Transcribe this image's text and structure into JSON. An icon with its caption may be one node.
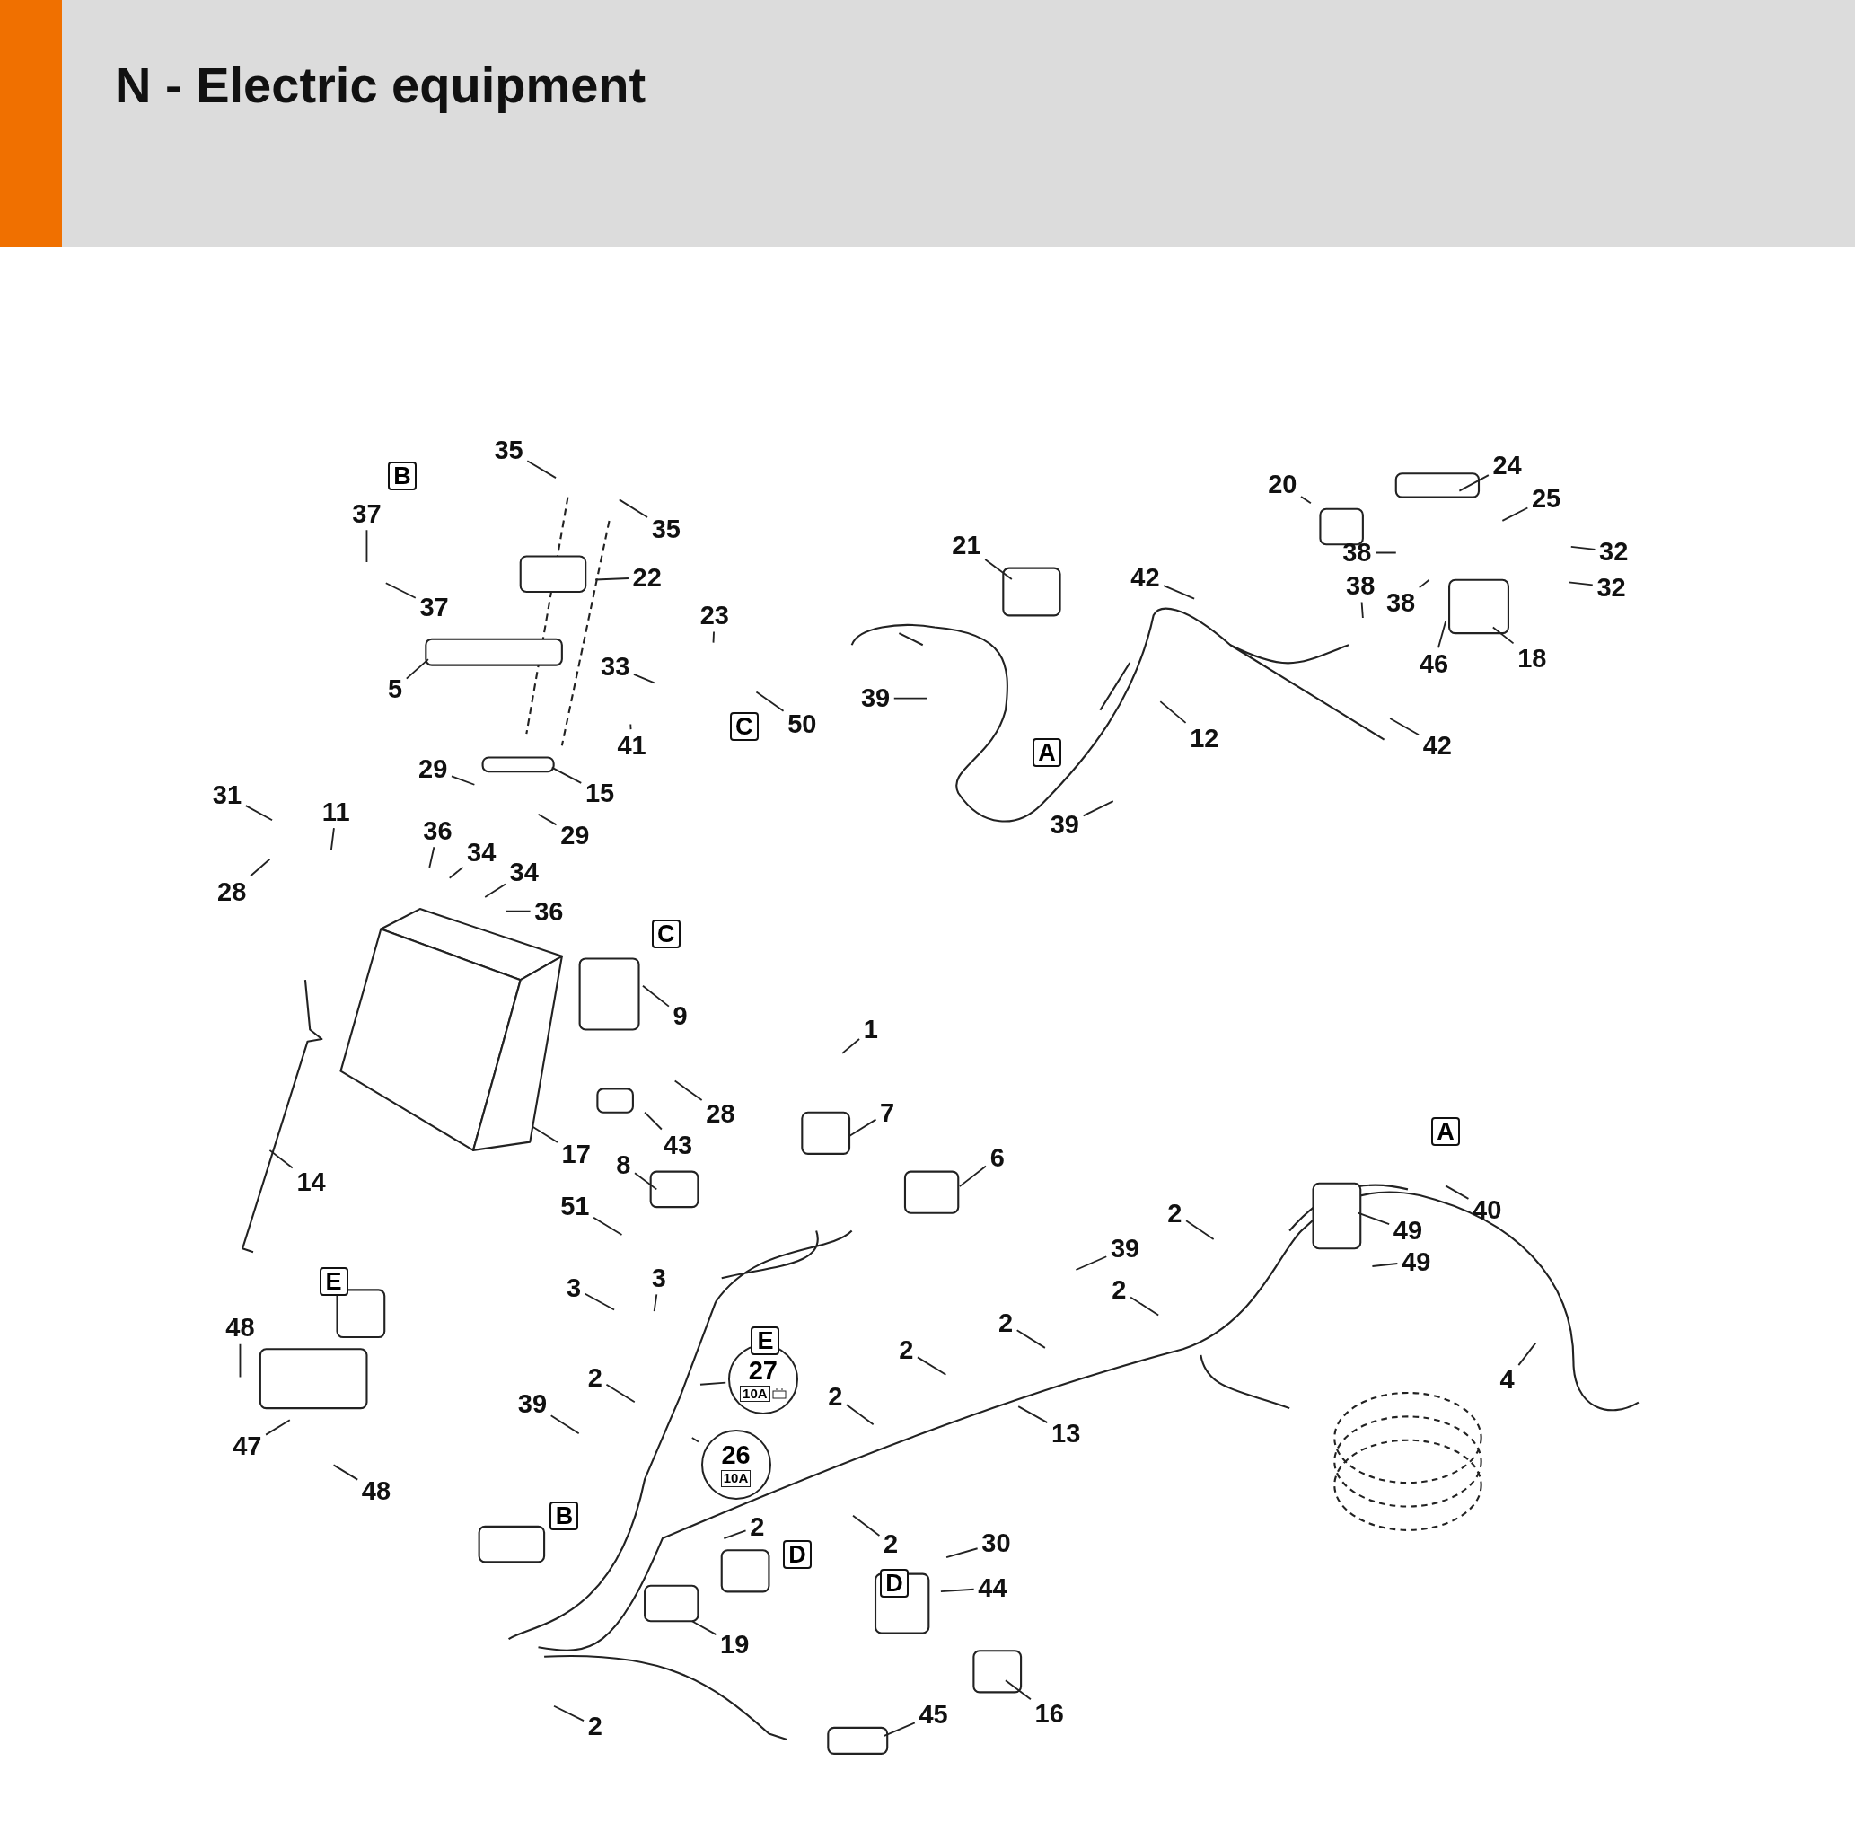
{
  "diagram": {
    "title": "N - Electric equipment",
    "nodes": [
      {
        "text": [
          "35"
        ]
      },
      {
        "text": [
          "35"
        ]
      },
      {
        "text": [
          "37"
        ]
      },
      {
        "text": [
          "37"
        ]
      },
      {
        "text": [
          "22"
        ]
      },
      {
        "text": [
          "5"
        ]
      },
      {
        "text": [
          "23"
        ]
      },
      {
        "text": [
          "33"
        ]
      },
      {
        "text": [
          "50"
        ]
      },
      {
        "text": [
          "41"
        ]
      },
      {
        "text": [
          "15"
        ]
      },
      {
        "text": [
          "29"
        ]
      },
      {
        "text": [
          "29"
        ]
      },
      {
        "text": [
          "31"
        ]
      },
      {
        "text": [
          "11"
        ]
      },
      {
        "text": [
          "28"
        ]
      },
      {
        "text": [
          "36"
        ]
      },
      {
        "text": [
          "34"
        ]
      },
      {
        "text": [
          "34"
        ]
      },
      {
        "text": [
          "36"
        ]
      },
      {
        "text": [
          "9"
        ]
      },
      {
        "text": [
          "17"
        ]
      },
      {
        "text": [
          "28"
        ]
      },
      {
        "text": [
          "43"
        ]
      },
      {
        "text": [
          "14"
        ]
      },
      {
        "text": [
          "20"
        ]
      },
      {
        "text": [
          "24"
        ]
      },
      {
        "text": [
          "25"
        ]
      },
      {
        "text": [
          "21"
        ]
      },
      {
        "text": [
          "42"
        ]
      },
      {
        "text": [
          "38"
        ]
      },
      {
        "text": [
          "38"
        ]
      },
      {
        "text": [
          "38"
        ]
      },
      {
        "text": [
          "32"
        ]
      },
      {
        "text": [
          "32"
        ]
      },
      {
        "text": [
          "46"
        ]
      },
      {
        "text": [
          "18"
        ]
      },
      {
        "text": [
          "39"
        ]
      },
      {
        "text": [
          "12"
        ]
      },
      {
        "text": [
          "42"
        ]
      },
      {
        "text": [
          "39"
        ]
      },
      {
        "text": [
          "1"
        ]
      },
      {
        "text": [
          "7"
        ]
      },
      {
        "text": [
          "6"
        ]
      },
      {
        "text": [
          "8"
        ]
      },
      {
        "text": [
          "51"
        ]
      },
      {
        "text": [
          "40"
        ]
      },
      {
        "text": [
          "2"
        ]
      },
      {
        "text": [
          "49"
        ]
      },
      {
        "text": [
          "49"
        ]
      },
      {
        "text": [
          "39"
        ]
      },
      {
        "text": [
          "3"
        ]
      },
      {
        "text": [
          "3"
        ]
      },
      {
        "text": [
          "2"
        ]
      },
      {
        "text": [
          "2"
        ]
      },
      {
        "text": [
          "48"
        ]
      },
      {
        "text": [
          "2"
        ]
      },
      {
        "text": [
          "4"
        ]
      },
      {
        "text": [
          "2"
        ]
      },
      {
        "text": [
          "27",
          "10A"
        ]
      },
      {
        "text": [
          "2"
        ]
      },
      {
        "text": [
          "39"
        ]
      },
      {
        "text": [
          "13"
        ]
      },
      {
        "text": [
          "47"
        ]
      },
      {
        "text": [
          "26",
          "10A"
        ]
      },
      {
        "text": [
          "48"
        ]
      },
      {
        "text": [
          "2"
        ]
      },
      {
        "text": [
          "30"
        ]
      },
      {
        "text": [
          "2"
        ]
      },
      {
        "text": [
          "44"
        ]
      },
      {
        "text": [
          "19"
        ]
      },
      {
        "text": [
          "16"
        ]
      },
      {
        "text": [
          "45"
        ]
      },
      {
        "text": [
          "2"
        ]
      }
    ],
    "edges": [
      {
        "from": 0,
        "to": null,
        "arrow": "none"
      },
      {
        "from": 1,
        "to": null,
        "arrow": "none"
      },
      {
        "from": 2,
        "to": null,
        "arrow": "none"
      },
      {
        "from": 3,
        "to": null,
        "arrow": "none"
      },
      {
        "from": 4,
        "to": null,
        "arrow": "none"
      },
      {
        "from": 5,
        "to": null,
        "arrow": "none"
      },
      {
        "from": 6,
        "to": null,
        "arrow": "none"
      },
      {
        "from": 7,
        "to": null,
        "arrow": "none"
      },
      {
        "from": 8,
        "to": null,
        "arrow": "none"
      },
      {
        "from": 9,
        "to": null,
        "arrow": "none"
      },
      {
        "from": 10,
        "to": null,
        "arrow": "none"
      },
      {
        "from": 11,
        "to": null,
        "arrow": "none"
      },
      {
        "from": 12,
        "to": null,
        "arrow": "none"
      },
      {
        "from": 13,
        "to": null,
        "arrow": "none"
      },
      {
        "from": 14,
        "to": null,
        "arrow": "none"
      },
      {
        "from": 15,
        "to": null,
        "arrow": "none"
      },
      {
        "from": 16,
        "to": null,
        "arrow": "none"
      },
      {
        "from": 17,
        "to": null,
        "arrow": "none"
      },
      {
        "from": 18,
        "to": null,
        "arrow": "none"
      },
      {
        "from": 19,
        "to": null,
        "arrow": "none"
      },
      {
        "from": 20,
        "to": null,
        "arrow": "none"
      },
      {
        "from": 21,
        "to": null,
        "arrow": "none"
      },
      {
        "from": 22,
        "to": null,
        "arrow": "none"
      },
      {
        "from": 23,
        "to": null,
        "arrow": "none"
      },
      {
        "from": 24,
        "to": null,
        "arrow": "none"
      },
      {
        "from": 25,
        "to": null,
        "arrow": "none"
      },
      {
        "from": 26,
        "to": null,
        "arrow": "none"
      },
      {
        "from": 27,
        "to": null,
        "arrow": "none"
      },
      {
        "from": 28,
        "to": null,
        "arrow": "none"
      },
      {
        "from": 29,
        "to": null,
        "arrow": "none"
      },
      {
        "from": 30,
        "to": null,
        "arrow": "none"
      },
      {
        "from": 31,
        "to": null,
        "arrow": "none"
      },
      {
        "from": 32,
        "to": null,
        "arrow": "none"
      },
      {
        "from": 33,
        "to": null,
        "arrow": "none"
      },
      {
        "from": 34,
        "to": null,
        "arrow": "none"
      },
      {
        "from": 35,
        "to": null,
        "arrow": "none"
      },
      {
        "from": 36,
        "to": null,
        "arrow": "none"
      },
      {
        "from": 37,
        "to": null,
        "arrow": "none"
      },
      {
        "from": 38,
        "to": null,
        "arrow": "none"
      },
      {
        "from": 39,
        "to": null,
        "arrow": "none"
      },
      {
        "from": 40,
        "to": null,
        "arrow": "none"
      },
      {
        "from": 41,
        "to": null,
        "arrow": "none"
      },
      {
        "from": 42,
        "to": null,
        "arrow": "none"
      },
      {
        "from": 43,
        "to": null,
        "arrow": "none"
      },
      {
        "from": 44,
        "to": null,
        "arrow": "none"
      },
      {
        "from": 45,
        "to": null,
        "arrow": "none"
      },
      {
        "from": 46,
        "to": null,
        "arrow": "none"
      },
      {
        "from": 47,
        "to": null,
        "arrow": "none"
      },
      {
        "from": 48,
        "to": null,
        "arrow": "none"
      },
      {
        "from": 49,
        "to": null,
        "arrow": "none"
      },
      {
        "from": 50,
        "to": null,
        "arrow": "none"
      },
      {
        "from": 51,
        "to": null,
        "arrow": "none"
      },
      {
        "from": 52,
        "to": null,
        "arrow": "none"
      },
      {
        "from": 53,
        "to": null,
        "arrow": "none"
      },
      {
        "from": 54,
        "to": null,
        "arrow": "none"
      },
      {
        "from": 55,
        "to": null,
        "arrow": "none"
      },
      {
        "from": 56,
        "to": null,
        "arrow": "none"
      },
      {
        "from": 57,
        "to": null,
        "arrow": "none"
      },
      {
        "from": 58,
        "to": null,
        "arrow": "none"
      },
      {
        "from": 59,
        "to": null,
        "arrow": "none"
      },
      {
        "from": 60,
        "to": null,
        "arrow": "none"
      },
      {
        "from": 61,
        "to": null,
        "arrow": "none"
      },
      {
        "from": 62,
        "to": null,
        "arrow": "none"
      },
      {
        "from": 63,
        "to": null,
        "arrow": "none"
      },
      {
        "from": 64,
        "to": null,
        "arrow": "none"
      },
      {
        "from": 65,
        "to": null,
        "arrow": "none"
      },
      {
        "from": 66,
        "to": null,
        "arrow": "none"
      },
      {
        "from": 67,
        "to": null,
        "arrow": "none"
      },
      {
        "from": 68,
        "to": null,
        "arrow": "none"
      },
      {
        "from": 69,
        "to": null,
        "arrow": "none"
      },
      {
        "from": 70,
        "to": null,
        "arrow": "none"
      },
      {
        "from": 71,
        "to": null,
        "arrow": "none"
      },
      {
        "from": 72,
        "to": null,
        "arrow": "none"
      },
      {
        "from": 73,
        "to": null,
        "arrow": "none"
      }
    ],
    "labels": [
      "B",
      "C",
      "A",
      "C",
      "A",
      "E",
      "E",
      "B",
      "D",
      "D"
    ]
  }
}
